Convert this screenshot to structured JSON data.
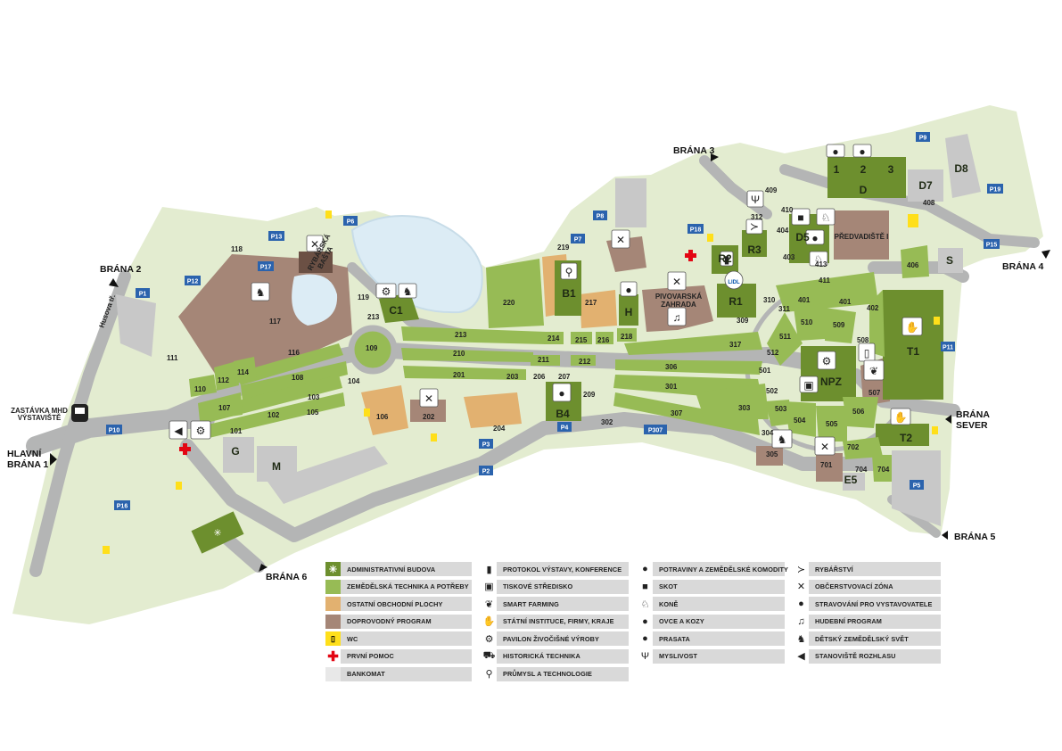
{
  "colors": {
    "background": "#ffffff",
    "grounds": "#e3ecd0",
    "road": "#b4b5b5",
    "pavilion": "#6d8f2e",
    "agri": "#97bb55",
    "retail": "#e2b170",
    "program": "#a58677",
    "water": "#dcecf5",
    "parking": "#2b63ad",
    "wc": "#ffdf1a",
    "first_aid": "#e30613",
    "legend_row": "#d9d9d9"
  },
  "gates": {
    "g1_line1": "HLAVNÍ",
    "g1_line2": "BRÁNA 1",
    "g2": "BRÁNA 2",
    "g3": "BRÁNA 3",
    "g4": "BRÁNA 4",
    "g5": "BRÁNA 5",
    "g6": "BRÁNA 6",
    "sever_line1": "BRÁNA",
    "sever_line2": "SEVER"
  },
  "mhd": {
    "line1": "ZASTÁVKA MHD",
    "line2": "VÝSTAVIŠTĚ"
  },
  "street": "Husova tř.",
  "buildings": {
    "b1": "B1",
    "b4": "B4",
    "c1": "C1",
    "h": "H",
    "r1": "R1",
    "r2": "R2",
    "r3": "R3",
    "d": "D",
    "d5": "D5",
    "d7": "D7",
    "d8": "D8",
    "npz": "NPZ",
    "t1": "T1",
    "t2": "T2",
    "s": "S",
    "g": "G",
    "m": "M",
    "e5": "E5",
    "d_1": "1",
    "d_2": "2",
    "d_3": "3"
  },
  "place_names": {
    "rybarska_1": "RYBÁŘSKÁ",
    "rybarska_2": "BAŠTA",
    "pivovar_1": "PIVOVARSKÁ",
    "pivovar_2": "ZAHRADA",
    "predvadiste": "PŘEDVADIŠTĚ I"
  },
  "parking": {
    "p1": "P1",
    "p2": "P2",
    "p3": "P3",
    "p4": "P4",
    "p5": "P5",
    "p6": "P6",
    "p7": "P7",
    "p8": "P8",
    "p9": "P9",
    "p10": "P10",
    "p11": "P11",
    "p12": "P12",
    "p13": "P13",
    "p15": "P15",
    "p16": "P16",
    "p17": "P17",
    "p18": "P18",
    "p19": "P19",
    "p307": "P307"
  },
  "numbers": {
    "n101": "101",
    "n102": "102",
    "n103": "103",
    "n104": "104",
    "n105": "105",
    "n106": "106",
    "n107": "107",
    "n108": "108",
    "n109": "109",
    "n110": "110",
    "n111": "111",
    "n112": "112",
    "n114": "114",
    "n116": "116",
    "n117": "117",
    "n118": "118",
    "n119": "119",
    "n201": "201",
    "n202": "202",
    "n203": "203",
    "n204": "204",
    "n206": "206",
    "n207": "207",
    "n209": "209",
    "n210": "210",
    "n211": "211",
    "n212": "212",
    "n213a": "213",
    "n213b": "213",
    "n214": "214",
    "n215": "215",
    "n216": "216",
    "n217": "217",
    "n218": "218",
    "n219": "219",
    "n220": "220",
    "n301": "301",
    "n302": "302",
    "n303": "303",
    "n304": "304",
    "n305": "305",
    "n306": "306",
    "n307": "307",
    "n309": "309",
    "n310": "310",
    "n311": "311",
    "n312": "312",
    "n317": "317",
    "n401a": "401",
    "n401b": "401",
    "n402": "402",
    "n403": "403",
    "n404": "404",
    "n406": "406",
    "n408": "408",
    "n409": "409",
    "n410": "410",
    "n411": "411",
    "n413": "413",
    "n501": "501",
    "n502": "502",
    "n503": "503",
    "n504": "504",
    "n505": "505",
    "n506": "506",
    "n507": "507",
    "n508": "508",
    "n509": "509",
    "n510": "510",
    "n511": "511",
    "n512": "512",
    "n701": "701",
    "n702": "702",
    "n704a": "704",
    "n704b": "704"
  },
  "legend": {
    "col1": [
      {
        "label": "ADMINISTRATIVNÍ BUDOVA",
        "swatch": "#6d8f2e",
        "icon": "admin-icon"
      },
      {
        "label": "ZEMĚDĚLSKÁ TECHNIKA A POTŘEBY",
        "swatch": "#97bb55",
        "icon": ""
      },
      {
        "label": "OSTATNÍ OBCHODNÍ PLOCHY",
        "swatch": "#e2b170",
        "icon": ""
      },
      {
        "label": "DOPROVODNÝ PROGRAM",
        "swatch": "#a58677",
        "icon": ""
      },
      {
        "label": "WC",
        "swatch": "#ffdf1a",
        "icon": "wc-icon"
      },
      {
        "label": "PRVNÍ POMOC",
        "swatch": "#ffffff",
        "icon": "first-aid-icon"
      },
      {
        "label": "BANKOMAT",
        "swatch": "#d9d9d9",
        "icon": ""
      }
    ],
    "col2": [
      {
        "label": "PROTOKOL VÝSTAVY, KONFERENCE",
        "icon": "protocol-icon"
      },
      {
        "label": "TISKOVÉ STŘEDISKO",
        "icon": "tv-icon"
      },
      {
        "label": "SMART FARMING",
        "icon": "leaf-icon"
      },
      {
        "label": "STÁTNÍ INSTITUCE, FIRMY, KRAJE",
        "icon": "handshake-icon"
      },
      {
        "label": "PAVILON ŽIVOČIŠNÉ VÝROBY",
        "icon": "gear-icon"
      },
      {
        "label": "HISTORICKÁ TECHNIKA",
        "icon": "tractor-icon"
      },
      {
        "label": "PRŮMYSL A TECHNOLOGIE",
        "icon": "industry-icon"
      }
    ],
    "col3": [
      {
        "label": "POTRAVINY A ZEMĚDĚLSKÉ KOMODITY",
        "icon": "apple-icon"
      },
      {
        "label": "SKOT",
        "icon": "cow-icon"
      },
      {
        "label": "KONĚ",
        "icon": "horse-icon"
      },
      {
        "label": "OVCE A KOZY",
        "icon": "sheep-icon"
      },
      {
        "label": "PRASATA",
        "icon": "pig-icon"
      },
      {
        "label": "MYSLIVOST",
        "icon": "deer-icon"
      }
    ],
    "col4": [
      {
        "label": "RYBÁŘSTVÍ",
        "icon": "fish-icon"
      },
      {
        "label": "OBČERSTVOVACÍ ZÓNA",
        "icon": "cutlery-icon"
      },
      {
        "label": "STRAVOVÁNÍ PRO VYSTAVOVATELE",
        "icon": "plate-icon"
      },
      {
        "label": "HUDEBNÍ PROGRAM",
        "icon": "music-icon"
      },
      {
        "label": "DĚTSKÝ ZEMĚDĚLSKÝ SVĚT",
        "icon": "rocking-horse-icon"
      },
      {
        "label": "STANOVIŠTĚ ROZHLASU",
        "icon": "megaphone-icon"
      }
    ]
  }
}
